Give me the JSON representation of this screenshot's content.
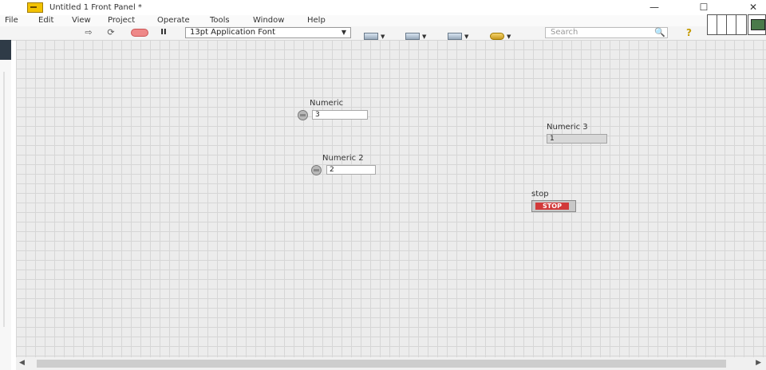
{
  "window": {
    "title": "Untitled 1 Front Panel *",
    "minimize": "—",
    "maximize": "☐",
    "close": "✕"
  },
  "menu": {
    "items": [
      "File",
      "Edit",
      "View",
      "Project",
      "Operate",
      "Tools",
      "Window",
      "Help"
    ]
  },
  "toolbar": {
    "run": "⇨",
    "run_continuously": "⟳",
    "pause": "II",
    "font": "13pt Application Font",
    "search_placeholder": "Search",
    "search_icon": "🔍",
    "help_icon": "?"
  },
  "controls": {
    "numeric": {
      "label": "Numeric",
      "value": "3"
    },
    "numeric2": {
      "label": "Numeric 2",
      "value": "2"
    },
    "numeric3": {
      "label": "Numeric 3",
      "value": "1"
    },
    "stop": {
      "label": "stop",
      "button_text": "STOP"
    }
  },
  "scrollbar": {
    "left": "◀",
    "right": "▶"
  },
  "colors": {
    "canvas": "#ececec",
    "grid": "#d6d6d6",
    "stop_red": "#d23a3a"
  }
}
